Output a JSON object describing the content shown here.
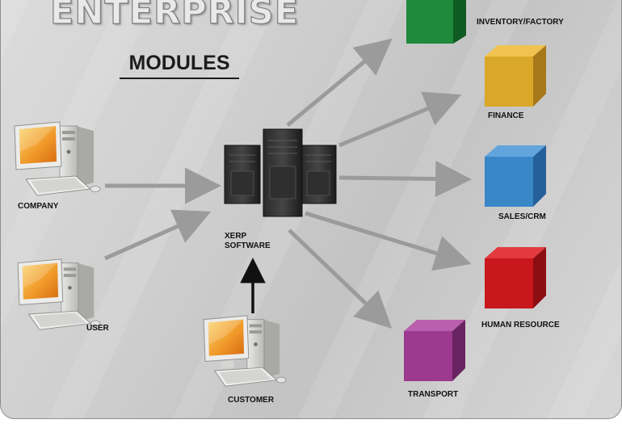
{
  "brand": {
    "title": "ENTERPRISE"
  },
  "heading": "MODULES",
  "sources": [
    {
      "label": "COMPANY"
    },
    {
      "label": "USER"
    },
    {
      "label": "CUSTOMER"
    }
  ],
  "server": {
    "label_line1": "XERP",
    "label_line2": "SOFTWARE"
  },
  "modules": [
    {
      "label": "INVENTORY/FACTORY",
      "color": "#1f8a3b"
    },
    {
      "label": "FINANCE",
      "color": "#d9a828"
    },
    {
      "label": "SALES/CRM",
      "color": "#3a87c8"
    },
    {
      "label": "HUMAN RESOURCE",
      "color": "#c8171d"
    },
    {
      "label": "TRANSPORT",
      "color": "#9b3a8e"
    }
  ],
  "colors": {
    "arrow": "#9b9b9b",
    "arrow_up": "#111111"
  }
}
